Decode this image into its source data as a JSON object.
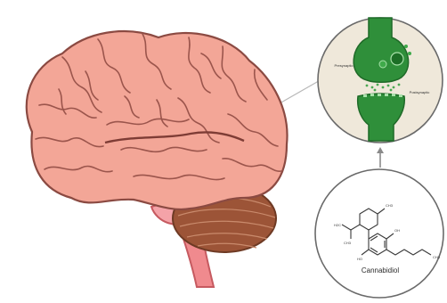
{
  "diagram": {
    "synapse": {
      "presynaptic_label": "Presynaptic",
      "postsynaptic_label": "Postsynaptic"
    },
    "molecule": {
      "name": "Cannabidiol"
    }
  }
}
